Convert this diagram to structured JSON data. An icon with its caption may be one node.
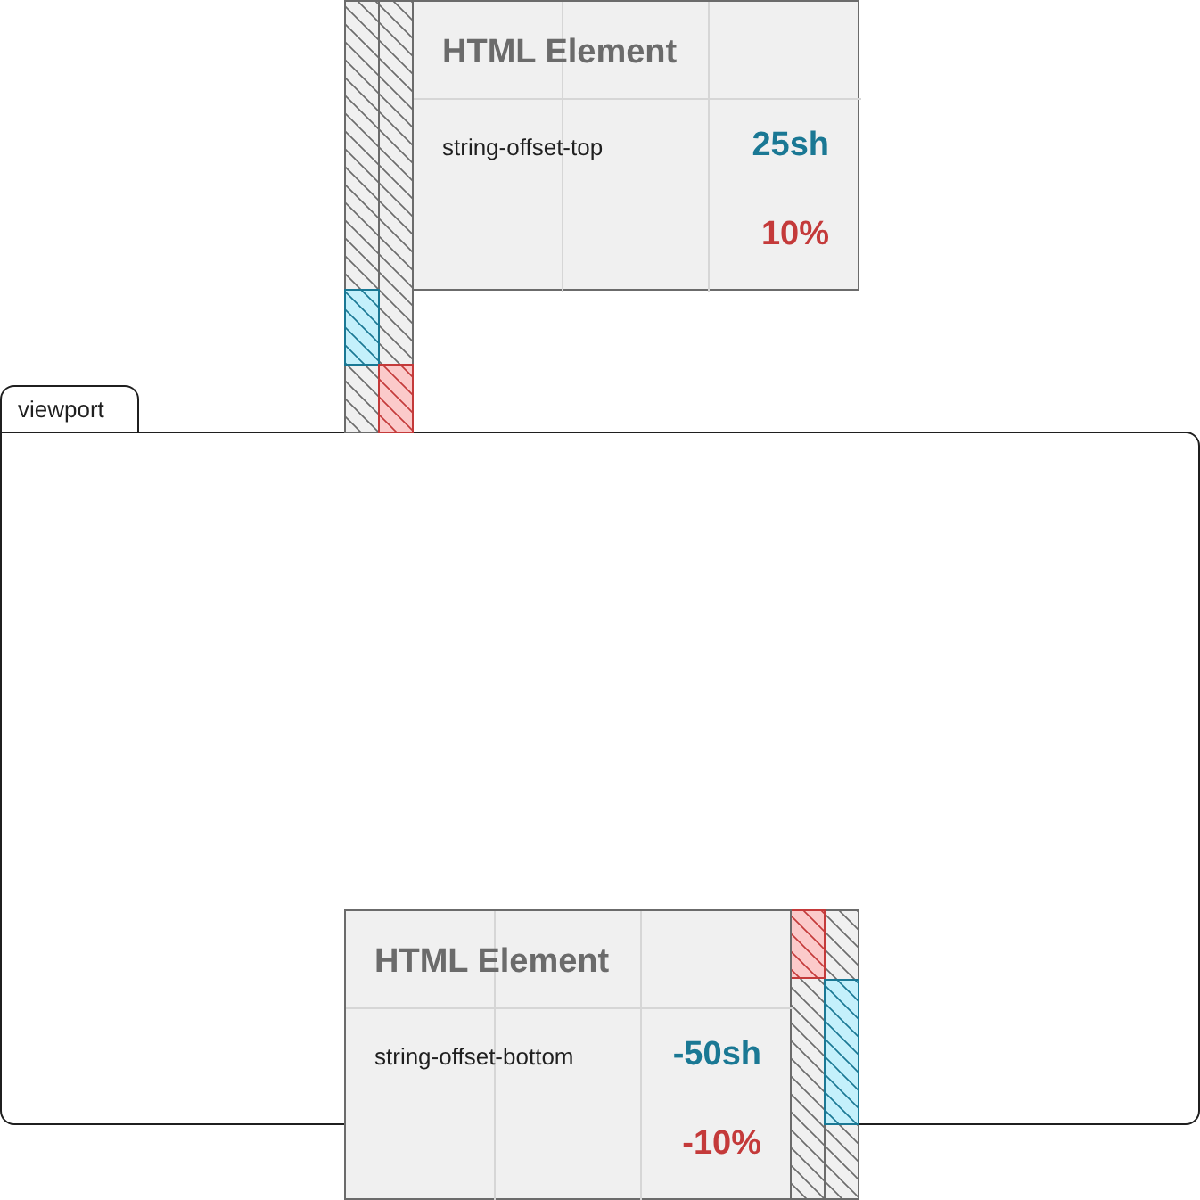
{
  "diagram": {
    "nodes": [
      {
        "text": [
          "viewport"
        ]
      },
      {
        "text": [
          "HTML Element",
          "string-offset-top",
          "25sh",
          "10%"
        ]
      },
      {
        "text": [
          "HTML Element",
          "string-offset-bottom",
          "-50sh",
          "-10%"
        ]
      }
    ]
  }
}
